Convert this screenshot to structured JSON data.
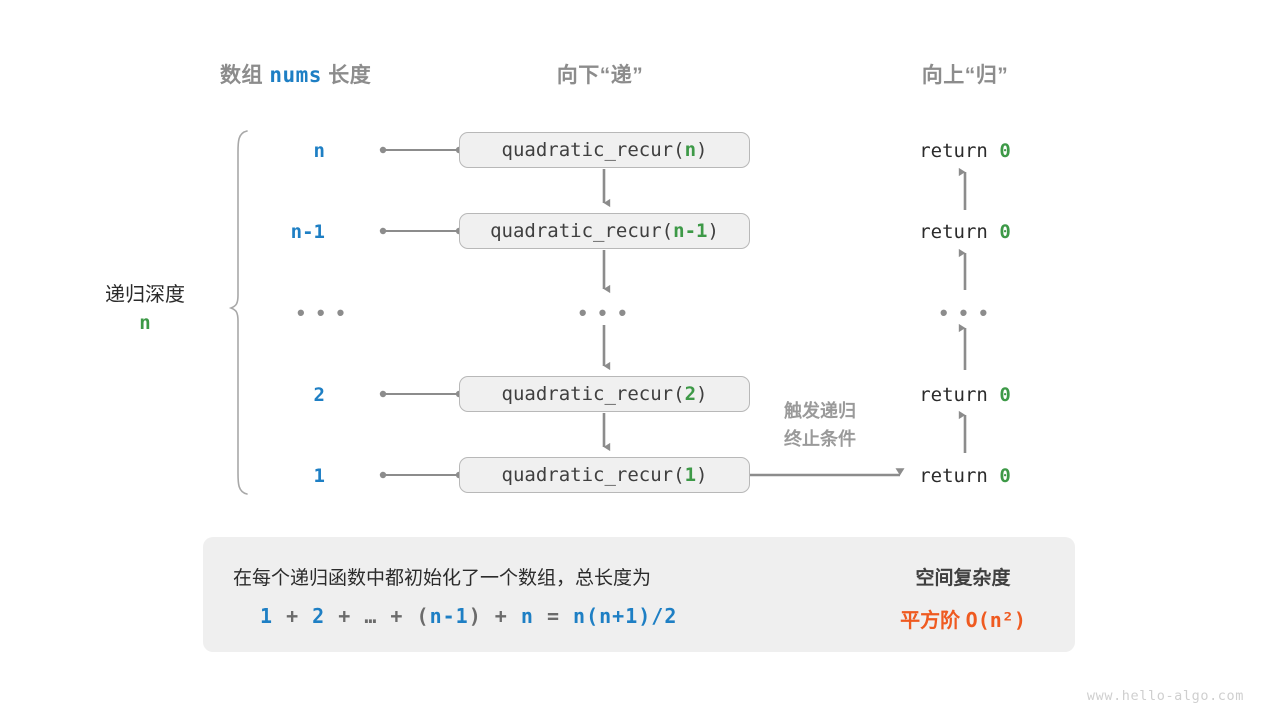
{
  "headers": {
    "left_prefix": "数组 ",
    "left_mono": "nums",
    "left_suffix": " 长度",
    "middle": "向下“递”",
    "right": "向上“归”"
  },
  "left_axis": {
    "label": "递归深度",
    "depth_value": "n",
    "values": [
      "n",
      "n-1",
      "…",
      "2",
      "1"
    ]
  },
  "calls": [
    {
      "name": "quadratic_recur(",
      "arg": "n",
      "close": ")"
    },
    {
      "name": "quadratic_recur(",
      "arg": "n-1",
      "close": ")"
    },
    {
      "name": "quadratic_recur(",
      "arg": "2",
      "close": ")"
    },
    {
      "name": "quadratic_recur(",
      "arg": "1",
      "close": ")"
    }
  ],
  "call_ellipsis": "• • •",
  "returns": {
    "keyword": "return",
    "value": "0",
    "rows": [
      "return 0",
      "return 0",
      "return 0",
      "return 0"
    ],
    "ellipsis": "• • •"
  },
  "annotation": {
    "line1": "触发递归",
    "line2": "终止条件"
  },
  "summary": {
    "text": "在每个递归函数中都初始化了一个数组，总长度为",
    "formula_parts": [
      {
        "t": "1",
        "blue": true
      },
      {
        "t": " + ",
        "blue": false
      },
      {
        "t": "2",
        "blue": true
      },
      {
        "t": " + ",
        "blue": false
      },
      {
        "t": "…",
        "blue": false
      },
      {
        "t": " + ",
        "blue": false
      },
      {
        "t": "(",
        "blue": false
      },
      {
        "t": "n-1",
        "blue": true
      },
      {
        "t": ")",
        "blue": false
      },
      {
        "t": " + ",
        "blue": false
      },
      {
        "t": "n",
        "blue": true
      },
      {
        "t": " = ",
        "blue": false
      },
      {
        "t": "n(n+1)/2",
        "blue": true
      }
    ],
    "formula_plain": "1 + 2 + … + (n-1) + n = n(n+1)/2",
    "complexity_title": "空间复杂度",
    "complexity_value": "平方阶 O(n²)",
    "complexity_prefix": "平方阶 ",
    "complexity_big_o": "O(n²)"
  },
  "watermark": "www.hello-algo.com",
  "colors": {
    "blue": "#1e7fc4",
    "green": "#3d9947",
    "orange": "#ef5a20",
    "gray_text": "#8c8c8c",
    "box_fill": "#f0f0f0",
    "box_border": "#b8b8b8",
    "panel_fill": "#efefef",
    "arrow": "#8c8c8c"
  }
}
